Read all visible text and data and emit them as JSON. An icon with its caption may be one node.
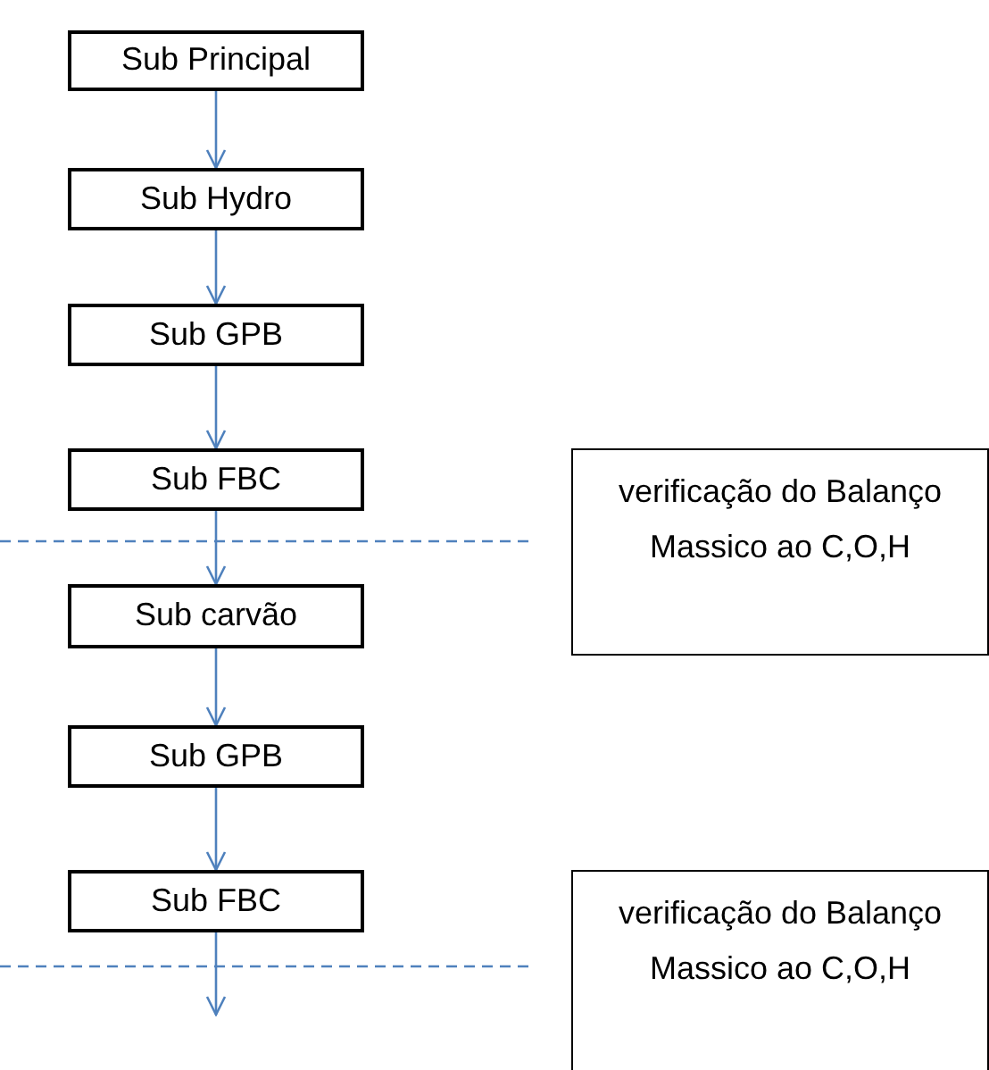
{
  "diagram": {
    "nodes": [
      {
        "text": [
          "Sub Principal"
        ]
      },
      {
        "text": [
          "Sub Hydro"
        ]
      },
      {
        "text": [
          "Sub GPB"
        ]
      },
      {
        "text": [
          "Sub FBC"
        ]
      },
      {
        "text": [
          "Sub carvão"
        ]
      },
      {
        "text": [
          "Sub GPB"
        ]
      },
      {
        "text": [
          "Sub FBC"
        ]
      },
      {
        "text": [
          "verificação do Balanço Massico ao C,O,H"
        ]
      },
      {
        "text": [
          "verificação do Balanço Massico ao C,O,H"
        ]
      }
    ],
    "edges": [
      {
        "from": 0,
        "to": 1,
        "arrow": "to"
      },
      {
        "from": 1,
        "to": 2,
        "arrow": "to"
      },
      {
        "from": 2,
        "to": 3,
        "arrow": "to"
      },
      {
        "from": 3,
        "to": 4,
        "arrow": "to"
      },
      {
        "from": 4,
        "to": 5,
        "arrow": "to"
      },
      {
        "from": 5,
        "to": 6,
        "arrow": "to"
      },
      {
        "from": 6,
        "to": null,
        "arrow": "to"
      }
    ]
  }
}
